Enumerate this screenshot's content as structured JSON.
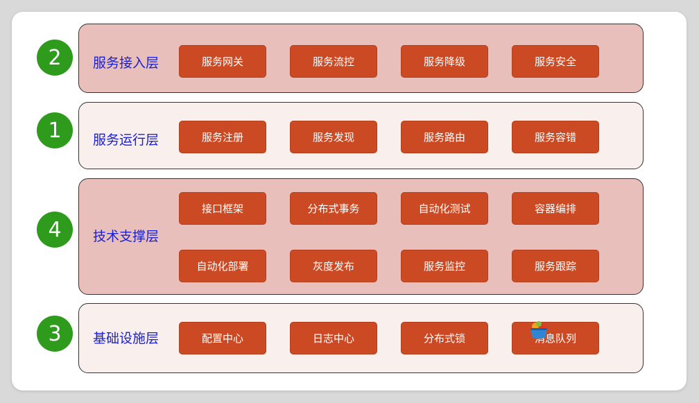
{
  "layers": [
    {
      "badge": "2",
      "title": "服务接入层",
      "items": [
        "服务网关",
        "服务流控",
        "服务降级",
        "服务安全"
      ],
      "fill": "#e8bfba"
    },
    {
      "badge": "1",
      "title": "服务运行层",
      "items": [
        "服务注册",
        "服务发现",
        "服务路由",
        "服务容错"
      ],
      "fill": "#f9efec"
    },
    {
      "badge": "4",
      "title": "技术支撑层",
      "items": [
        "接口框架",
        "分布式事务",
        "自动化测试",
        "容器编排",
        "自动化部署",
        "灰度发布",
        "服务监控",
        "服务跟踪"
      ],
      "fill": "#e8bfba"
    },
    {
      "badge": "3",
      "title": "基础设施层",
      "items": [
        "配置中心",
        "日志中心",
        "分布式锁",
        "消息队列"
      ],
      "fill": "#f9efec"
    }
  ],
  "colors": {
    "badge": "#2e9b1d",
    "title": "#1a20d6",
    "item": "#cc4a23"
  },
  "overlay_icon": "fruit-icon"
}
